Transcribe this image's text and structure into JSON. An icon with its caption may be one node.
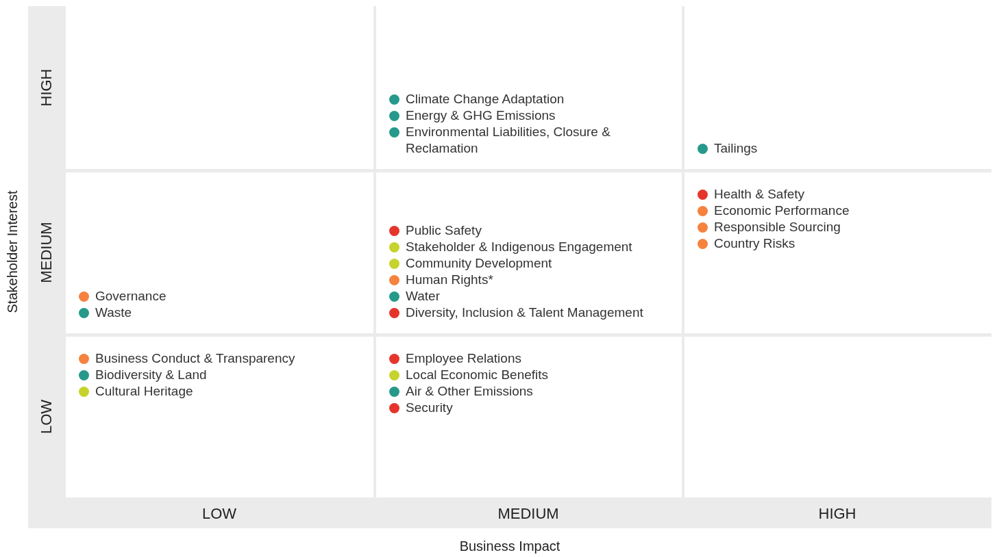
{
  "diagram": {
    "nodes": [
      {
        "text": [],
        "shape": "box"
      },
      {
        "text": [
          "Climate Change Adaptation",
          "Energy & GHG Emissions",
          "Environmental Liabilities, Closure & Reclamation"
        ]
      },
      {
        "text": [
          "Tailings"
        ]
      },
      {
        "text": [
          "Governance",
          "Waste"
        ]
      },
      {
        "text": [
          "Public Safety",
          "Stakeholder & Indigenous Engagement",
          "Community Development",
          "Human Rights*",
          "Water",
          "Diversity, Inclusion & Talent Management"
        ]
      },
      {
        "text": [
          "Health & Safety",
          "Economic Performance",
          "Responsible Sourcing",
          "Country Risks"
        ]
      },
      {
        "text": [
          "Business Conduct & Transparency",
          "Biodiversity & Land",
          "Cultural Heritage"
        ]
      },
      {
        "text": [
          "Employee Relations",
          "Local Economic Benefits",
          "Air & Other Emissions",
          "Security"
        ]
      },
      {
        "text": [],
        "shape": "box"
      }
    ],
    "labels": [
      "HIGH",
      "MEDIUM",
      "LOW",
      "Stakeholder Interest",
      "LOW",
      "MEDIUM",
      "HIGH",
      "Business Impact"
    ]
  }
}
